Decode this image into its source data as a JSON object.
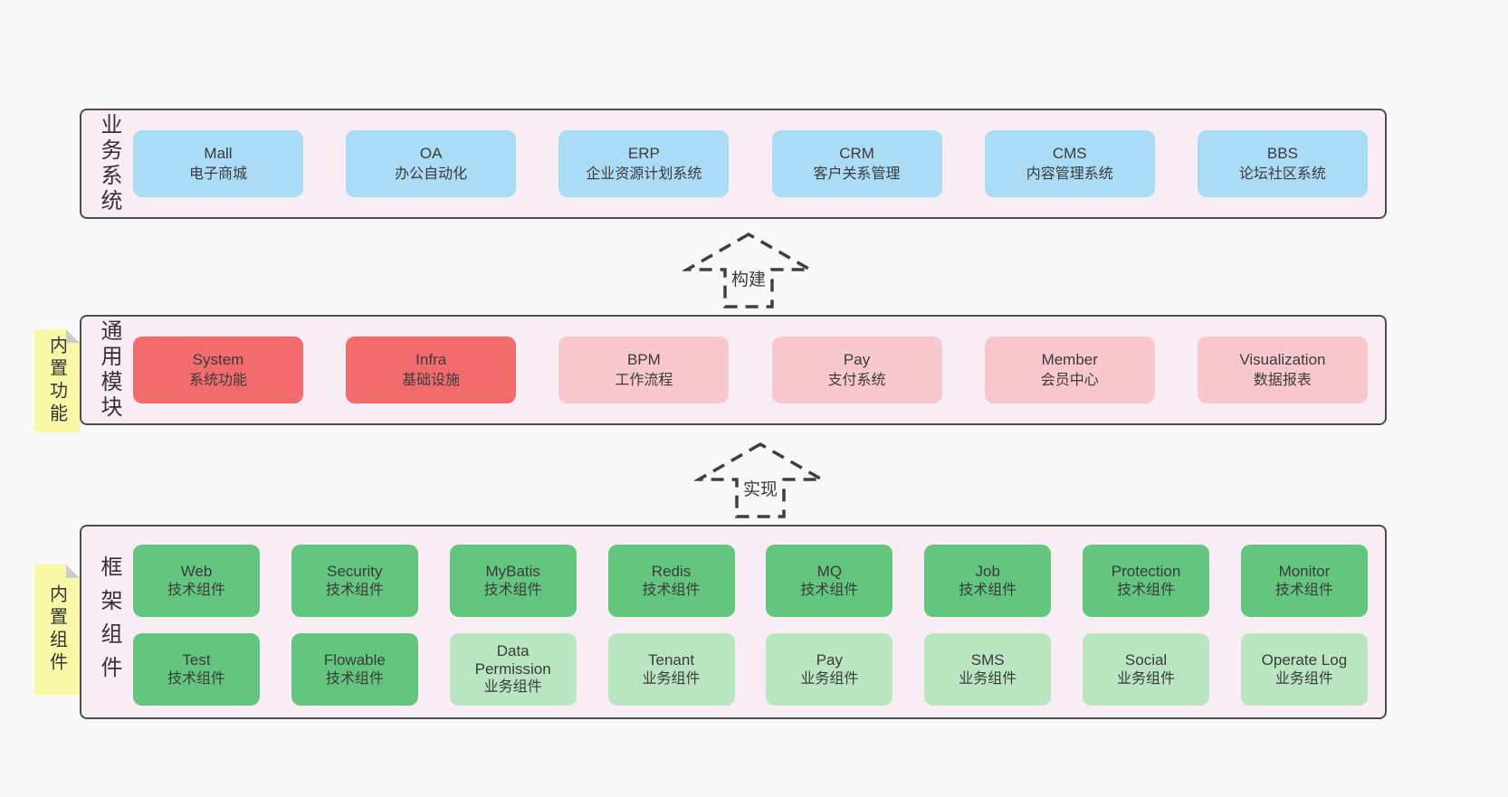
{
  "layers": [
    {
      "label": "业务系统",
      "boxes": [
        {
          "name": "Mall",
          "desc": "电子商城",
          "type": "blue"
        },
        {
          "name": "OA",
          "desc": "办公自动化",
          "type": "blue"
        },
        {
          "name": "ERP",
          "desc": "企业资源计划系统",
          "type": "blue"
        },
        {
          "name": "CRM",
          "desc": "客户关系管理",
          "type": "blue"
        },
        {
          "name": "CMS",
          "desc": "内容管理系统",
          "type": "blue"
        },
        {
          "name": "BBS",
          "desc": "论坛社区系统",
          "type": "blue"
        }
      ]
    },
    {
      "label": "通用模块",
      "note": "内置功能",
      "boxes": [
        {
          "name": "System",
          "desc": "系统功能",
          "type": "red"
        },
        {
          "name": "Infra",
          "desc": "基础设施",
          "type": "red"
        },
        {
          "name": "BPM",
          "desc": "工作流程",
          "type": "pink"
        },
        {
          "name": "Pay",
          "desc": "支付系统",
          "type": "pink"
        },
        {
          "name": "Member",
          "desc": "会员中心",
          "type": "pink"
        },
        {
          "name": "Visualization",
          "desc": "数据报表",
          "type": "pink"
        }
      ]
    },
    {
      "label": "框架组件",
      "note": "内置组件",
      "rows": [
        [
          {
            "name": "Web",
            "desc": "技术组件",
            "type": "green"
          },
          {
            "name": "Security",
            "desc": "技术组件",
            "type": "green"
          },
          {
            "name": "MyBatis",
            "desc": "技术组件",
            "type": "green"
          },
          {
            "name": "Redis",
            "desc": "技术组件",
            "type": "green"
          },
          {
            "name": "MQ",
            "desc": "技术组件",
            "type": "green"
          },
          {
            "name": "Job",
            "desc": "技术组件",
            "type": "green"
          },
          {
            "name": "Protection",
            "desc": "技术组件",
            "type": "green"
          },
          {
            "name": "Monitor",
            "desc": "技术组件",
            "type": "green"
          }
        ],
        [
          {
            "name": "Test",
            "desc": "技术组件",
            "type": "green"
          },
          {
            "name": "Flowable",
            "desc": "技术组件",
            "type": "green"
          },
          {
            "name": "Data Permission",
            "desc": "业务组件",
            "type": "green-light"
          },
          {
            "name": "Tenant",
            "desc": "业务组件",
            "type": "green-light"
          },
          {
            "name": "Pay",
            "desc": "业务组件",
            "type": "green-light"
          },
          {
            "name": "SMS",
            "desc": "业务组件",
            "type": "green-light"
          },
          {
            "name": "Social",
            "desc": "业务组件",
            "type": "green-light"
          },
          {
            "name": "Operate Log",
            "desc": "业务组件",
            "type": "green-light"
          }
        ]
      ]
    }
  ],
  "arrows": [
    {
      "label": "构建"
    },
    {
      "label": "实现"
    }
  ],
  "colors": {
    "page_bg": "#f8f8f8",
    "panel_bg": "#f8edf5",
    "panel_border": "#4d4d4d",
    "blue": "#aadcf6",
    "red": "#f26c6e",
    "pink": "#f9c8cf",
    "green": "#64c67e",
    "green_light": "#bae5c1",
    "note_yellow": "#f8f8a6",
    "note_fold": "#cccccc",
    "arrow_stroke": "#3f3f3f"
  }
}
